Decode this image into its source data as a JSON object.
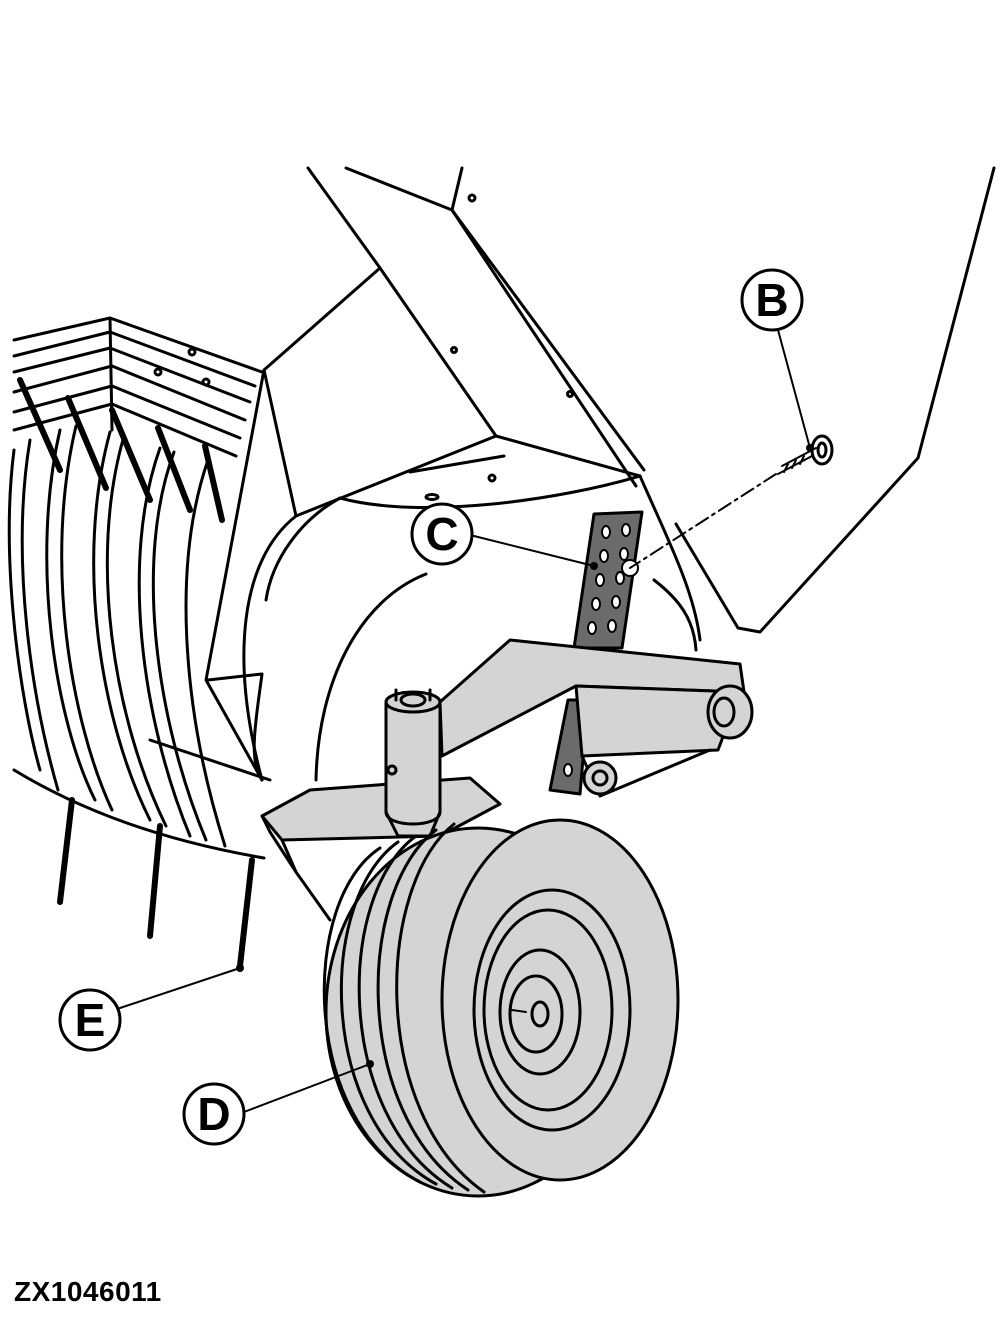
{
  "figure": {
    "id": "ZX1046011"
  },
  "callouts": {
    "b": "B",
    "c": "C",
    "d": "D",
    "e": "E"
  },
  "colors": {
    "line": "#000000",
    "background": "#ffffff",
    "part_fill": "#d4d4d4",
    "dark_fill": "#6b6b6b",
    "stand_fill": "#7a7a7a"
  },
  "icons": {
    "retaining_pin": "retaining-pin-icon",
    "adjustment_plate": "adjustment-plate-icon",
    "gauge_wheel": "gauge-wheel-icon",
    "tine": "tine-icon"
  }
}
